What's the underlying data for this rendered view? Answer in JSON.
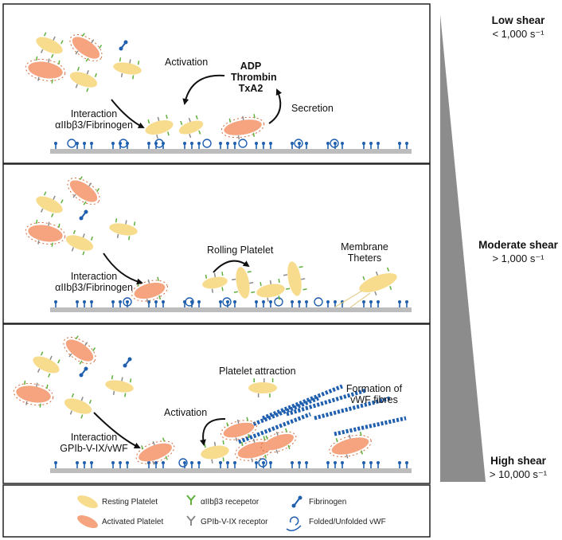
{
  "panels": {
    "low": {
      "activation": "Activation",
      "agonists": [
        "ADP",
        "Thrombin",
        "TxA2"
      ],
      "secretion": "Secretion",
      "interaction_1": "Interaction",
      "interaction_2": "αIIbβ3/Fibrinogen"
    },
    "moderate": {
      "rolling": "Rolling Platelet",
      "membrane_1": "Membrane",
      "membrane_2": "Theters",
      "interaction_1": "Interaction",
      "interaction_2": "αIIbβ3/Fibrinogen"
    },
    "high": {
      "attraction": "Platelet attraction",
      "formation_1": "Formation of",
      "formation_2": "vWF fibres",
      "activation": "Activation",
      "interaction_1": "Interaction",
      "interaction_2": "GPIb-V-IX/vWF"
    }
  },
  "shear": {
    "low_title": "Low shear",
    "low_value": "< 1,000 s⁻¹",
    "moderate_title": "Moderate shear",
    "moderate_value": "> 1,000 s⁻¹",
    "high_title": "High shear",
    "high_value": "> 10,000 s⁻¹"
  },
  "legend": {
    "resting": "Resting Platelet",
    "activated": "Activated Platelet",
    "a2b3": "αIIbβ3 recepetor",
    "gpib": "GPIb-V-IX receptor",
    "fibrinogen": "Fibrinogen",
    "vwf": "Folded/Unfolded vWF"
  },
  "colors": {
    "resting_platelet": "#f8dc8e",
    "activated_platelet": "#f5a47f",
    "receptor_blue": "#1f5fae",
    "a2b3_green": "#5fb03c",
    "gpib_grey": "#8a8a8a",
    "vessel_wall": "#bdbdbd",
    "shear_wedge": "#8c8c8c"
  }
}
